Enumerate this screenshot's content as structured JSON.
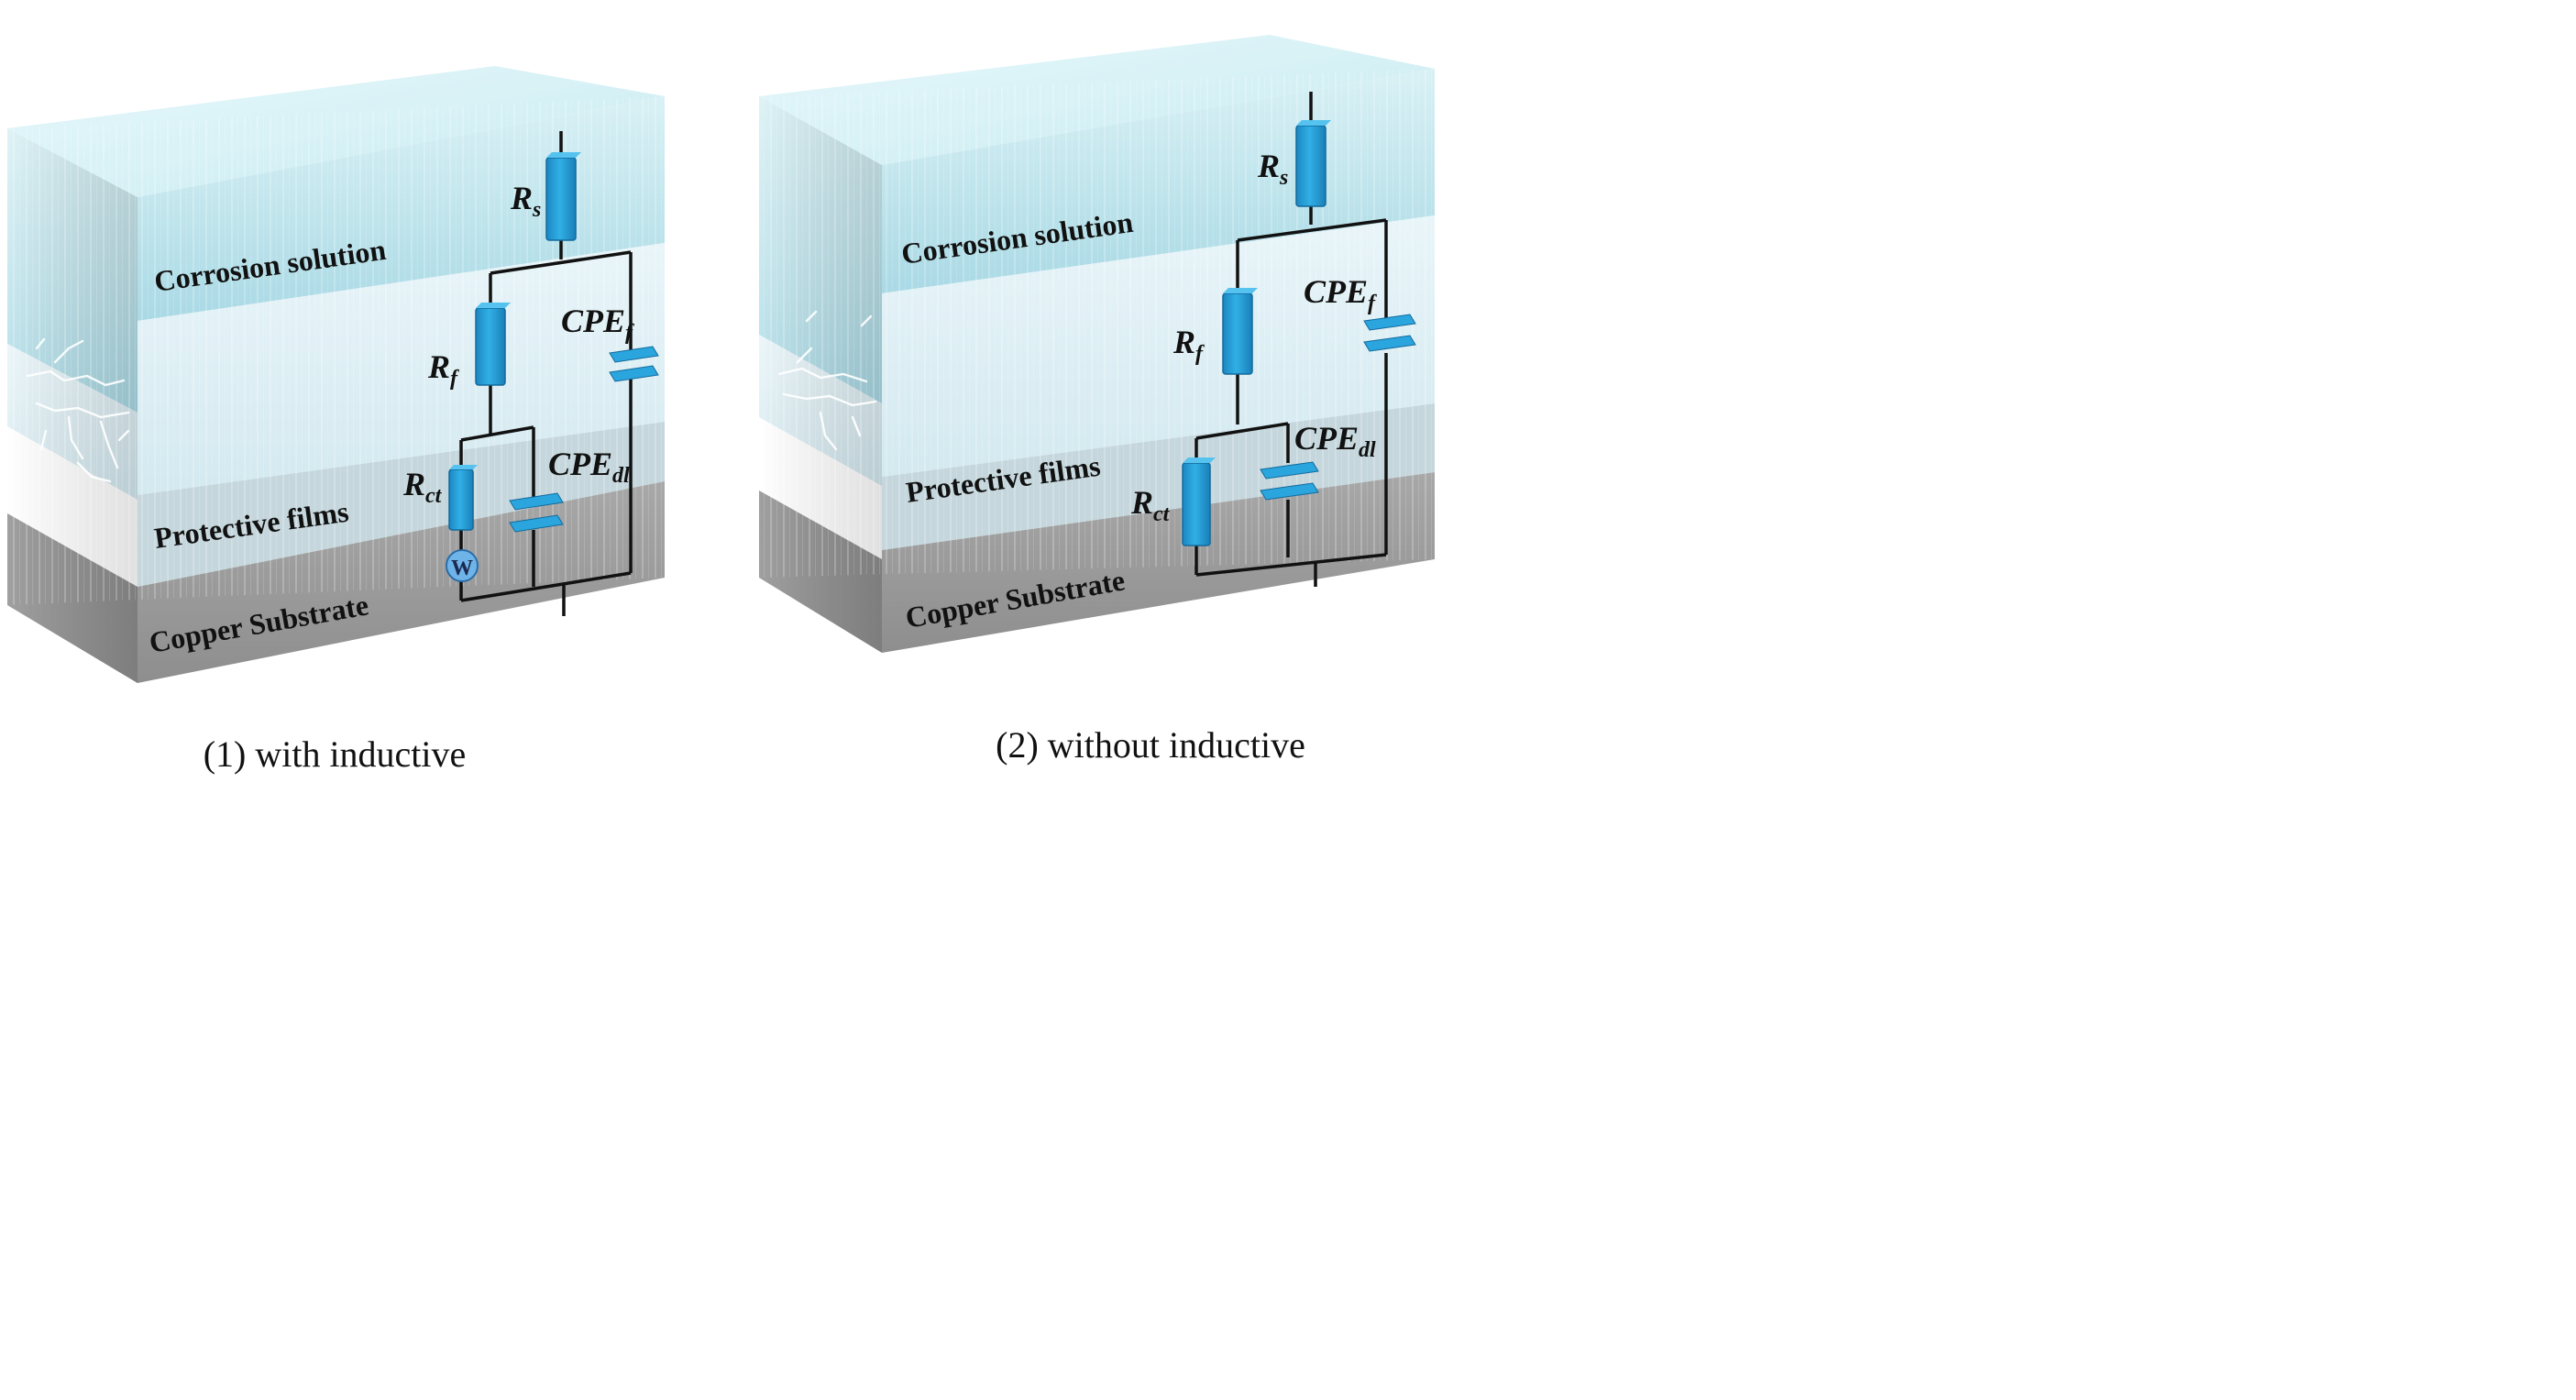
{
  "panels": [
    {
      "id": "panel-1",
      "layers": {
        "solution": "Corrosion solution",
        "films": "Protective films",
        "substrate": "Copper Substrate"
      },
      "components": {
        "rs": {
          "main": "R",
          "sub": "s"
        },
        "rf": {
          "main": "R",
          "sub": "f"
        },
        "cpe_f": {
          "main": "CPE",
          "sub": "f"
        },
        "rct": {
          "main": "R",
          "sub": "ct"
        },
        "cpe_dl": {
          "main": "CPE",
          "sub": "dl"
        },
        "warburg": "W"
      },
      "caption": "(1) with inductive"
    },
    {
      "id": "panel-2",
      "layers": {
        "solution": "Corrosion solution",
        "films": "Protective films",
        "substrate": "Copper Substrate"
      },
      "components": {
        "rs": {
          "main": "R",
          "sub": "s"
        },
        "rf": {
          "main": "R",
          "sub": "f"
        },
        "cpe_f": {
          "main": "CPE",
          "sub": "f"
        },
        "rct": {
          "main": "R",
          "sub": "ct"
        },
        "cpe_dl": {
          "main": "CPE",
          "sub": "dl"
        }
      },
      "caption": "(2) without inductive"
    }
  ],
  "colors": {
    "solution": "#bfe6ee",
    "films": "#e2f1f6",
    "substrate": "#9c9c9c",
    "component": "#2aa5dd",
    "wire": "#111111"
  }
}
